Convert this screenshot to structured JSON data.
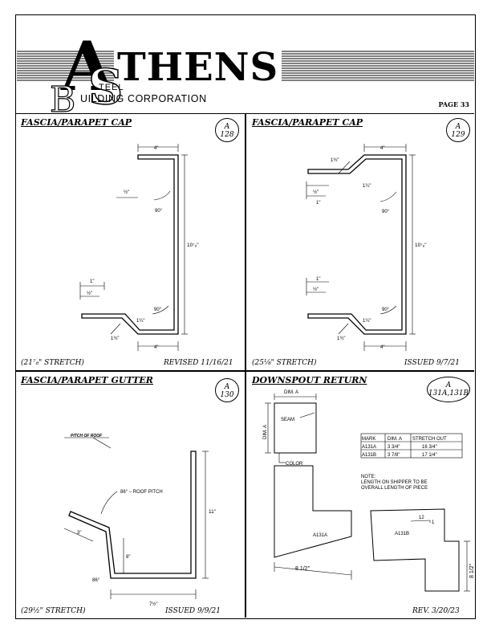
{
  "header": {
    "logo_big": "THENS",
    "logo_A": "A",
    "logo_S": "S",
    "logo_B": "B",
    "logo_steel": "TEEL",
    "logo_corp": "UILDING CORPORATION",
    "page_number": "PAGE 33"
  },
  "panels": [
    {
      "title": "FASCIA/PARAPET CAP",
      "badge": [
        "A",
        "128"
      ],
      "footer_left": "(21⁷₈\" STRETCH)",
      "footer_right": "REVISED 11/16/21",
      "dims": {
        "top": "4\"",
        "bottom": "4\"",
        "height": "10⁷₈\"",
        "hem_top": "½\"",
        "angle_top": "90°",
        "hem_bottom": "1\"",
        "hem_bottom_half": "½\"",
        "angle_bottom": "90°",
        "slope_small": "1¼\"",
        "slope_leg": "1¾\""
      }
    },
    {
      "title": "FASCIA/PARAPET CAP",
      "badge": [
        "A",
        "129"
      ],
      "footer_left": "(25⅛\" STRETCH)",
      "footer_right": "ISSUED  9/7/21",
      "dims": {
        "top": "4\"",
        "bottom": "4\"",
        "height": "10⁷₈\"",
        "slope_leg_top": "1¾\"",
        "slope_small_top": "1¼\"",
        "angle_top": "90°",
        "hem_top_half": "½\"",
        "hem_top": "1\"",
        "hem_bottom": "1\"",
        "hem_bottom_half": "½\"",
        "angle_bottom": "90°",
        "slope_small": "1¼\"",
        "slope_leg": "1¾\""
      }
    },
    {
      "title": "FASCIA/PARAPET GUTTER",
      "badge": [
        "A",
        "130"
      ],
      "footer_left": "(29½\" STRETCH)",
      "footer_right": "ISSUED  9/9/21",
      "dims": {
        "pitch_label": "PITCH OF ROOF",
        "roof_pitch": "86° – ROOF PITCH",
        "height": "11\"",
        "inner": "8\"",
        "lip": "3\"",
        "bottom_angle": "86°",
        "bottom": "7½\""
      }
    },
    {
      "title": "DOWNSPOUT RETURN",
      "badge": [
        "A",
        "131A,131B"
      ],
      "footer_left": "",
      "footer_right": "REV.  3/20/23",
      "dims": {
        "dim_a_top": "DIM. A",
        "dim_a_side": "DIM. A",
        "seam": "SEAM",
        "color": "COLOR",
        "part_a": "A131A",
        "part_b": "A131B",
        "len_a": "8 1/2\"",
        "len_b": "8 1/2\"",
        "slope_num": "12",
        "slope_den": "1"
      },
      "table": {
        "headers": [
          "MARK",
          "DIM. A",
          "STRETCH OUT"
        ],
        "rows": [
          [
            "A131A",
            "3 3/4\"",
            "16 3/4\""
          ],
          [
            "A131B",
            "3 7/8\"",
            "17 1/4\""
          ]
        ]
      },
      "note": [
        "NOTE:",
        "LENGTH ON SHIPPER TO BE",
        "OVERALL LENGTH OF PIECE"
      ]
    }
  ]
}
